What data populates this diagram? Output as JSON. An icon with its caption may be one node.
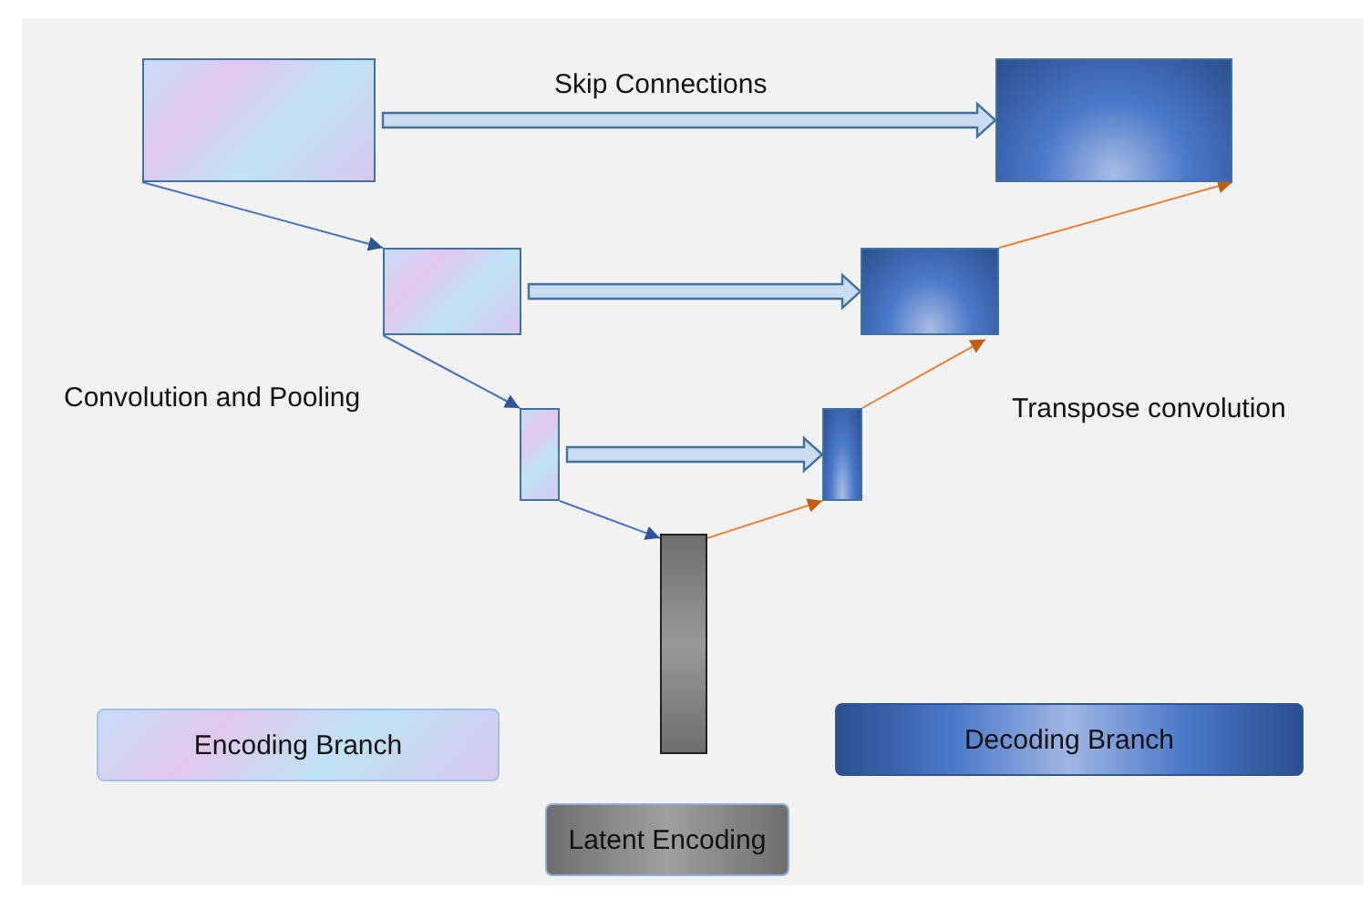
{
  "diagram": {
    "nodes": [
      {
        "text": [],
        "shape": "box"
      },
      {
        "text": [],
        "shape": "box"
      },
      {
        "text": [],
        "shape": "box"
      },
      {
        "text": [],
        "shape": "box"
      },
      {
        "text": [],
        "shape": "box"
      },
      {
        "text": [],
        "shape": "box"
      },
      {
        "text": [],
        "shape": "box"
      },
      {
        "text": [
          "Encoding Branch"
        ]
      },
      {
        "text": [
          "Decoding Branch"
        ]
      },
      {
        "text": [
          "Latent Encoding"
        ]
      }
    ],
    "edges": [
      {
        "from": 0,
        "to": 1,
        "arrow": "to",
        "style": "thick"
      },
      {
        "from": 2,
        "to": 3,
        "arrow": "to",
        "style": "thick"
      },
      {
        "from": 4,
        "to": 5,
        "arrow": "to",
        "style": "thick"
      },
      {
        "from": 0,
        "to": 2,
        "arrow": "to"
      },
      {
        "from": 2,
        "to": 4,
        "arrow": "to"
      },
      {
        "from": 4,
        "to": 6,
        "arrow": "to"
      },
      {
        "from": 6,
        "to": 5,
        "arrow": "to",
        "color": "#ed7d31"
      },
      {
        "from": 5,
        "to": 3,
        "arrow": "to",
        "color": "#ed7d31"
      },
      {
        "from": 3,
        "to": 1,
        "arrow": "to",
        "color": "#ed7d31"
      }
    ],
    "labels": [
      "Skip Connections",
      "Convolution and Pooling",
      "Transpose convolution"
    ]
  }
}
